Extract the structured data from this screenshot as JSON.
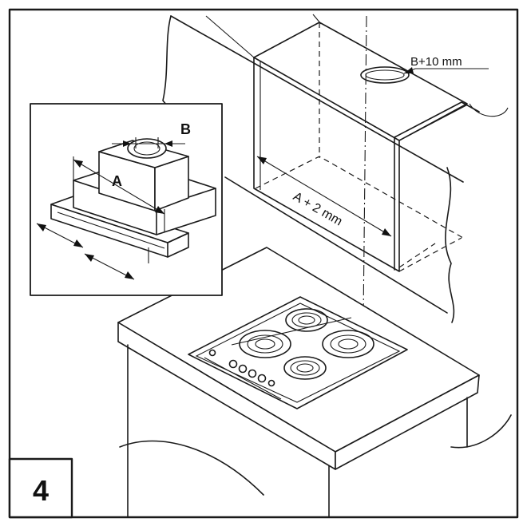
{
  "step_number": "4",
  "labels": {
    "inset_a": "A",
    "inset_b": "B",
    "width_dim": "A + 2 mm",
    "hole_dim": "B+10 mm"
  }
}
